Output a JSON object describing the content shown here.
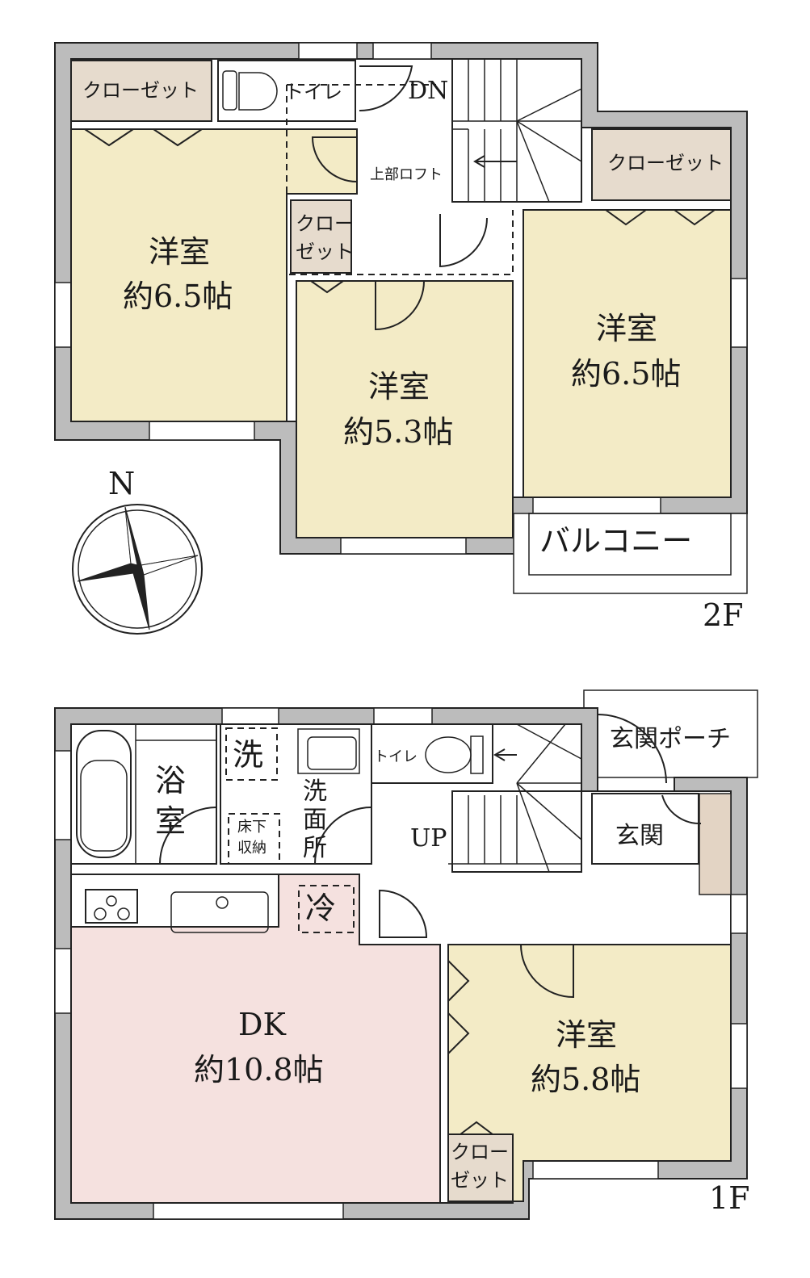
{
  "colors": {
    "wall": "#bcbcbc",
    "room": "#f3ebc6",
    "closet": "#e6dbcd",
    "dk": "#f5e1df",
    "step": "#e3d4c4"
  },
  "floor2": {
    "label": "2F",
    "closet_left": "クローゼット",
    "toilet": "トイレ",
    "stairs": "DN",
    "loft": "上部ロフト",
    "closet_mid_1": "クロー",
    "closet_mid_2": "ゼット",
    "closet_right": "クローゼット",
    "room_left": {
      "name": "洋室",
      "size": "約6.5帖"
    },
    "room_mid": {
      "name": "洋室",
      "size": "約5.3帖"
    },
    "room_right": {
      "name": "洋室",
      "size": "約6.5帖"
    },
    "balcony": "バルコニー"
  },
  "compass": {
    "north": "N"
  },
  "floor1": {
    "label": "1F",
    "bath_1": "浴",
    "bath_2": "室",
    "washer": "洗",
    "underfloor_1": "床下",
    "underfloor_2": "収納",
    "washroom_1": "洗",
    "washroom_2": "面",
    "washroom_3": "所",
    "toilet": "トイレ",
    "stairs": "UP",
    "porch": "玄関ポーチ",
    "entrance": "玄関",
    "fridge": "冷",
    "dk": {
      "name": "DK",
      "size": "約10.8帖"
    },
    "room": {
      "name": "洋室",
      "size": "約5.8帖"
    },
    "closet_1": "クロー",
    "closet_2": "ゼット"
  }
}
